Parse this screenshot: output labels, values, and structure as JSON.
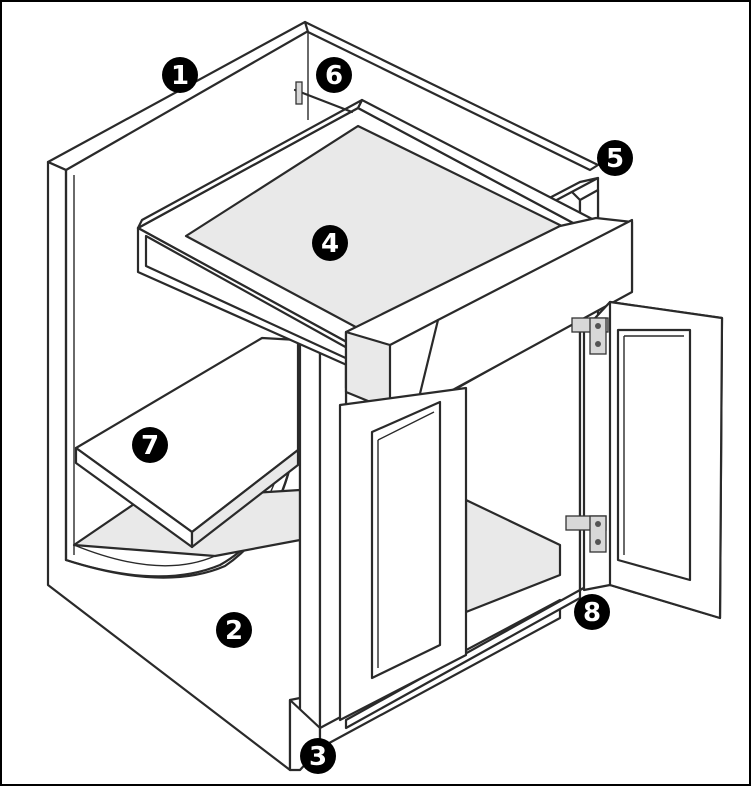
{
  "diagram": {
    "callouts": [
      {
        "id": "1",
        "label": "1"
      },
      {
        "id": "2",
        "label": "2"
      },
      {
        "id": "3",
        "label": "3"
      },
      {
        "id": "4",
        "label": "4"
      },
      {
        "id": "5",
        "label": "5"
      },
      {
        "id": "6",
        "label": "6"
      },
      {
        "id": "7",
        "label": "7"
      },
      {
        "id": "8",
        "label": "8"
      }
    ],
    "colors": {
      "line": "#2a2a2a",
      "fill": "#ffffff",
      "shade": "#e9e9e9",
      "badge": "#000000",
      "badge_text": "#ffffff"
    }
  }
}
